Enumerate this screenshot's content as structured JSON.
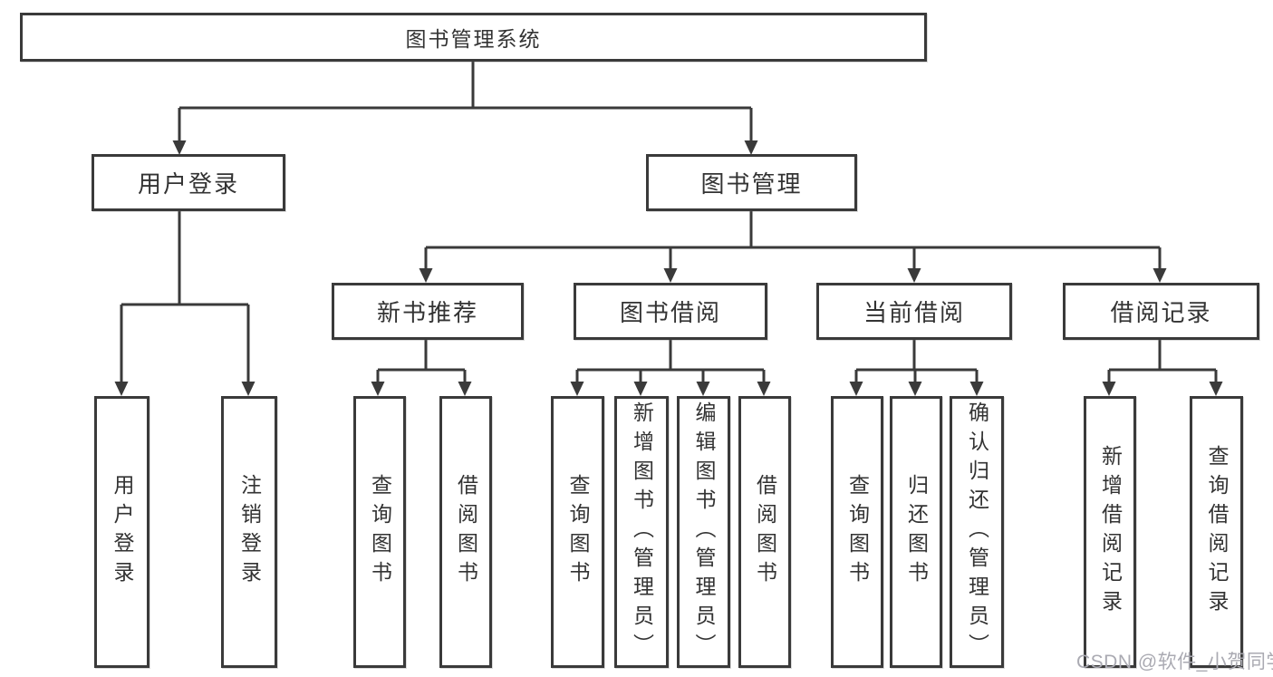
{
  "colors": {
    "background": "#ffffff",
    "line": "#3a3a3a",
    "box_border": "#3a3a3a",
    "text": "#333333",
    "watermark": "#aaaab2"
  },
  "nodes": {
    "root": "图书管理系统",
    "user_login": "用户登录",
    "book_mgmt": "图书管理",
    "new_book": "新书推荐",
    "book_borrow": "图书借阅",
    "current_borrow": "当前借阅",
    "borrow_records": "借阅记录",
    "leaf_user_login": "用户登录",
    "leaf_logout": "注销登录",
    "leaf_nb_query": "查询图书",
    "leaf_nb_borrow": "借阅图书",
    "leaf_bb_query": "查询图书",
    "leaf_bb_add": "新增图书（管理员）",
    "leaf_bb_edit": "编辑图书（管理员）",
    "leaf_bb_borrow": "借阅图书",
    "leaf_cb_query": "查询图书",
    "leaf_cb_return": "归还图书",
    "leaf_cb_confirm": "确认归还（管理员）",
    "leaf_br_add": "新增借阅记录",
    "leaf_br_query": "查询借阅记录"
  },
  "watermark": "CSDN @软件_小贺同学"
}
